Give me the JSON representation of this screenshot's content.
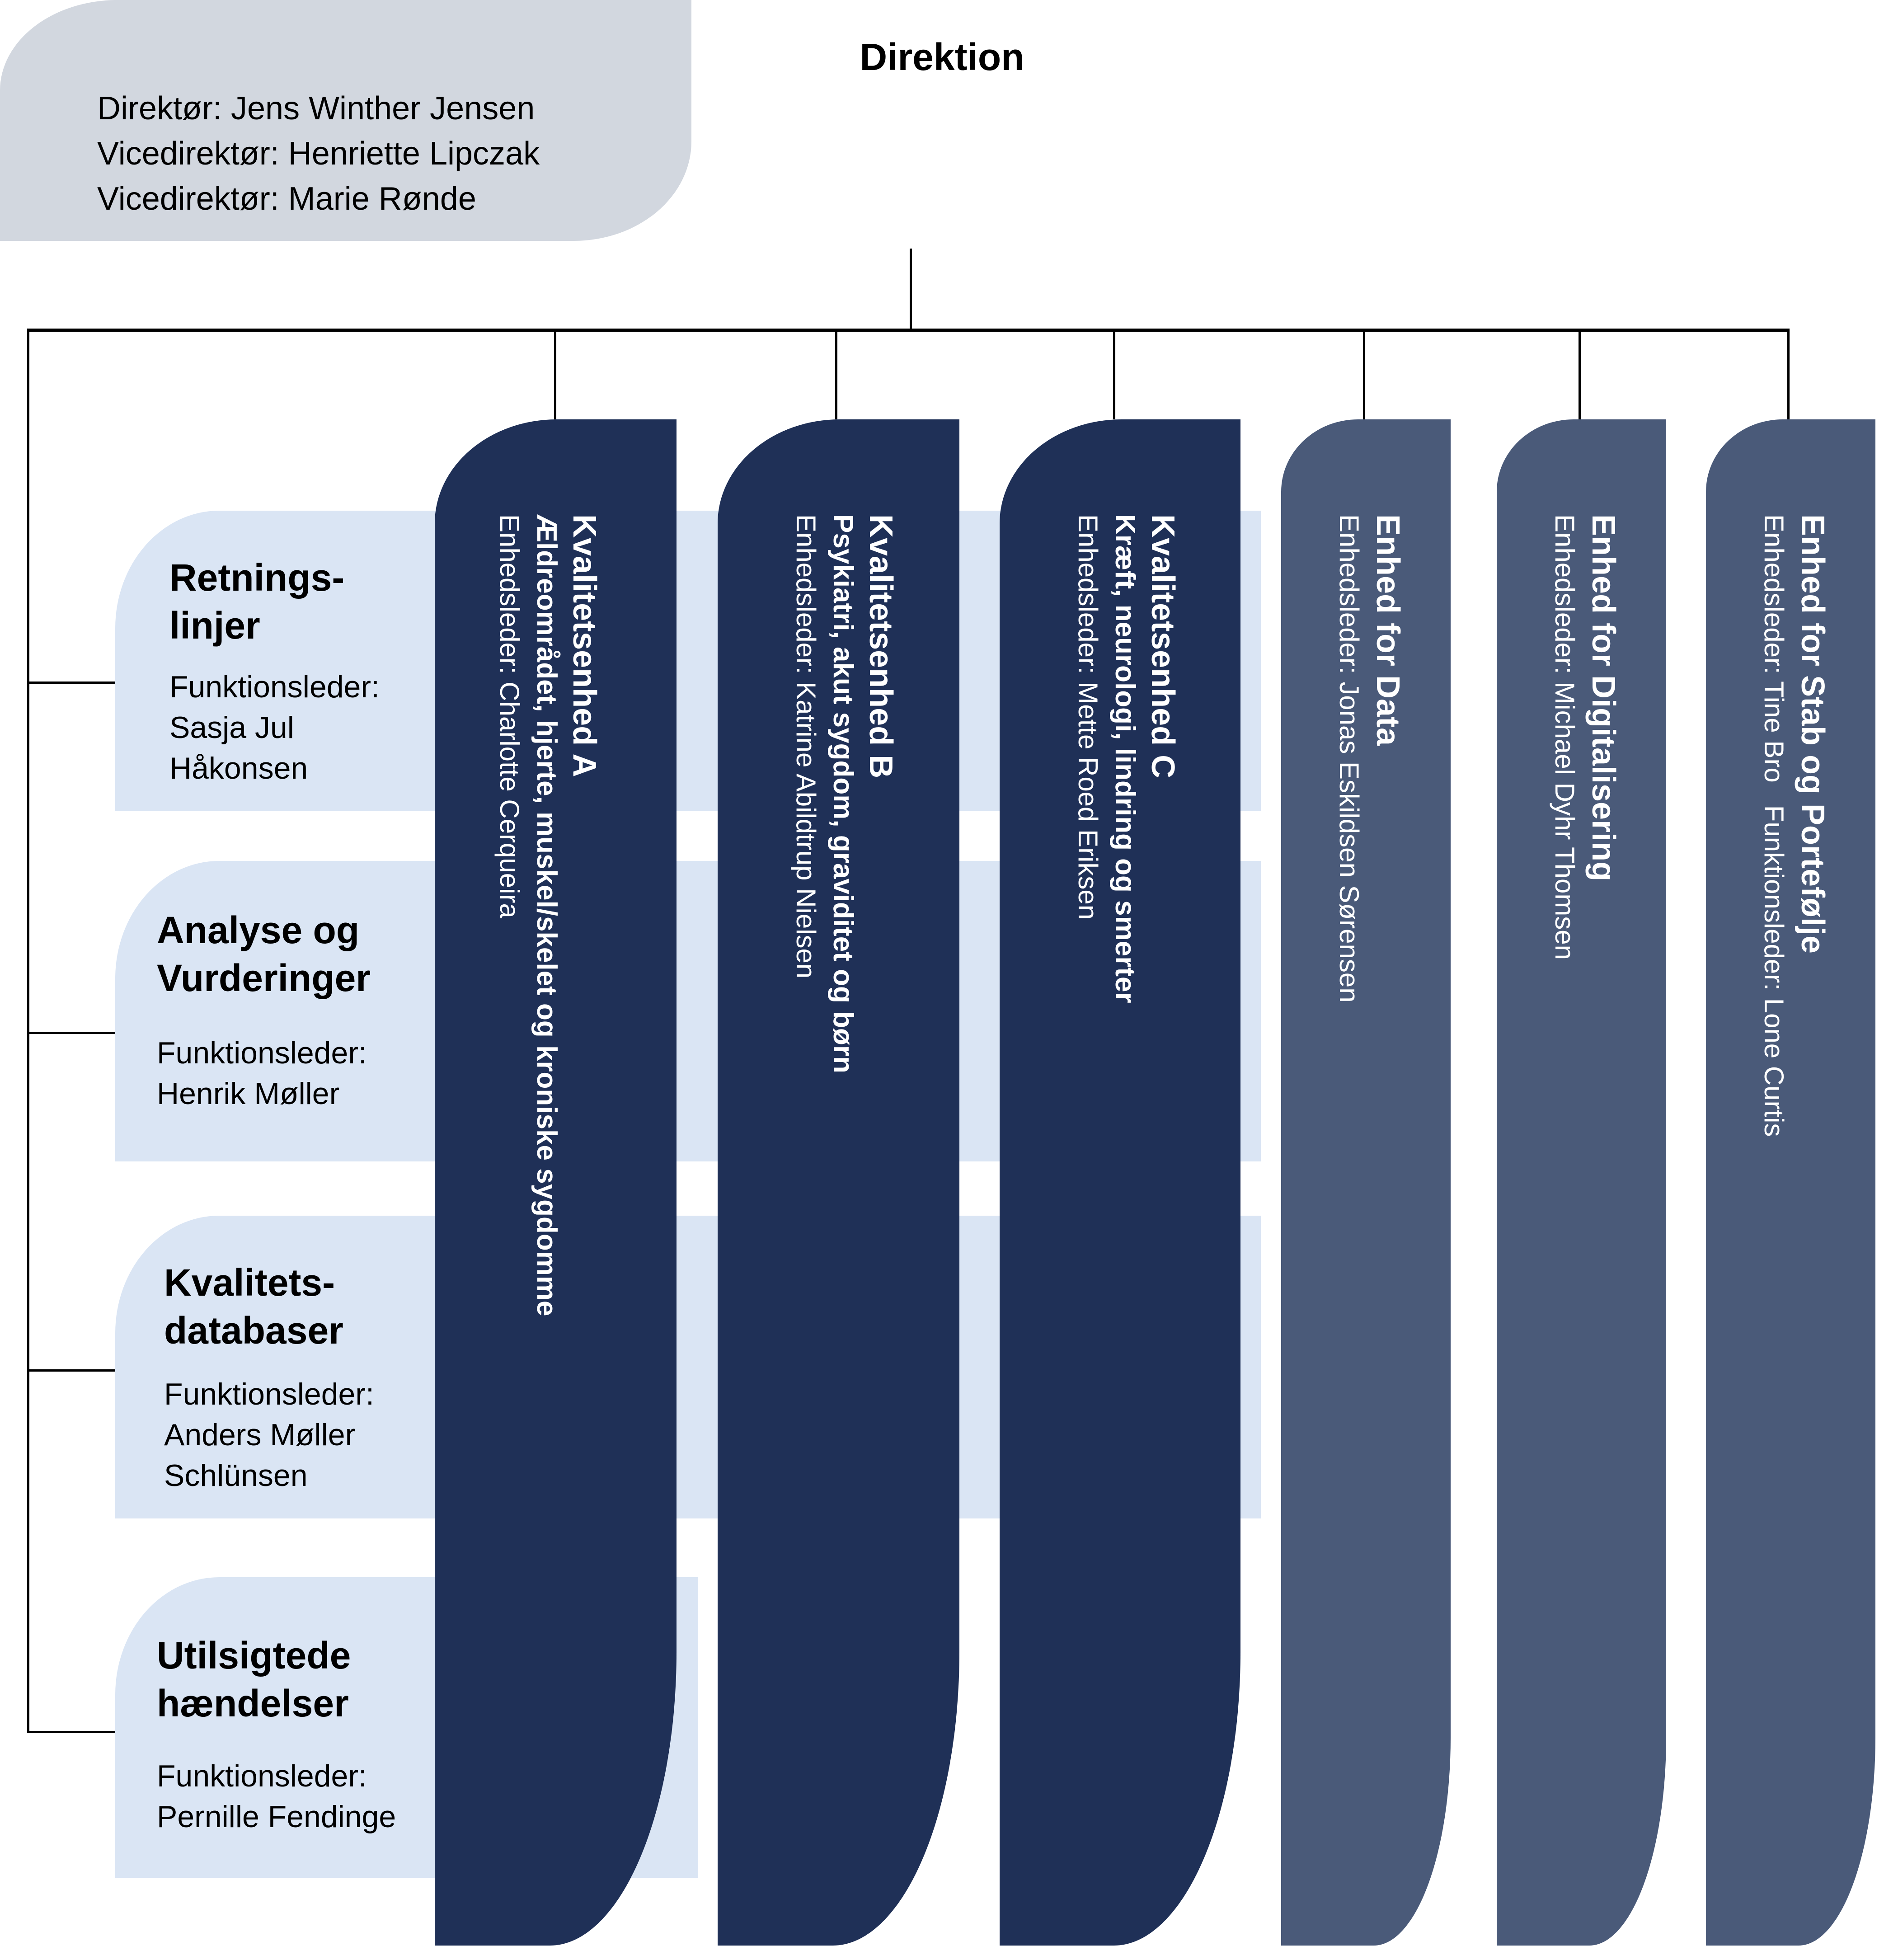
{
  "direktion": {
    "title": "Direktion",
    "members": [
      "Direktør: Jens Winther Jensen",
      "Vicedirektør: Henriette Lipczak",
      "Vicedirektør: Marie Rønde"
    ]
  },
  "functions": [
    {
      "title_lines": [
        "Retnings-",
        "linjer"
      ],
      "leader_lines": [
        "Funktionsleder:",
        "Sasja Jul",
        "Håkonsen"
      ]
    },
    {
      "title_lines": [
        "Analyse og",
        "Vurderinger"
      ],
      "leader_lines": [
        "Funktionsleder:",
        "Henrik Møller"
      ]
    },
    {
      "title_lines": [
        "Kvalitets-",
        "databaser"
      ],
      "leader_lines": [
        "Funktionsleder:",
        "Anders Møller",
        "Schlünsen"
      ]
    },
    {
      "title_lines": [
        "Utilsigtede",
        "hændelser"
      ],
      "leader_lines": [
        "Funktionsleder:",
        "Pernille Fendinge"
      ]
    }
  ],
  "units": [
    {
      "title": "Kvalitetsenhed A",
      "subtitle": "Ældreområdet, hjerte, muskel/skelet og kroniske sygdomme",
      "leader": "Enhedsleder: Charlotte Cerqueira",
      "color": "#1f3057"
    },
    {
      "title": "Kvalitetsenhed B",
      "subtitle": "Psykiatri, akut sygdom, graviditet og børn",
      "leader": "Enhedsleder: Katrine Abildtrup Nielsen",
      "color": "#1f3057"
    },
    {
      "title": "Kvalitetsenhed C",
      "subtitle": "Kræft, neurologi, lindring og smerter",
      "leader": "Enhedsleder: Mette Roed Eriksen",
      "color": "#1f3057"
    },
    {
      "title": "Enhed for Data",
      "subtitle": "",
      "leader": "Enhedsleder: Jonas Eskildsen Sørensen",
      "color": "#4a5a79"
    },
    {
      "title": "Enhed for Digitalisering",
      "subtitle": "",
      "leader": "Enhedsleder: Michael Dyhr Thomsen",
      "color": "#4a5a79"
    },
    {
      "title": "Enhed for Stab og Portefølje",
      "subtitle": "",
      "leader": "Enhedsleder: Tine Bro   Funktionsleder: Lone Curtis",
      "color": "#4a5a79"
    }
  ],
  "colors": {
    "direktion_bg": "#d2d7df",
    "function_bg": "#dae5f4",
    "quality_unit_bg": "#1f3057",
    "support_unit_bg": "#4a5a79",
    "connector": "#000000"
  }
}
